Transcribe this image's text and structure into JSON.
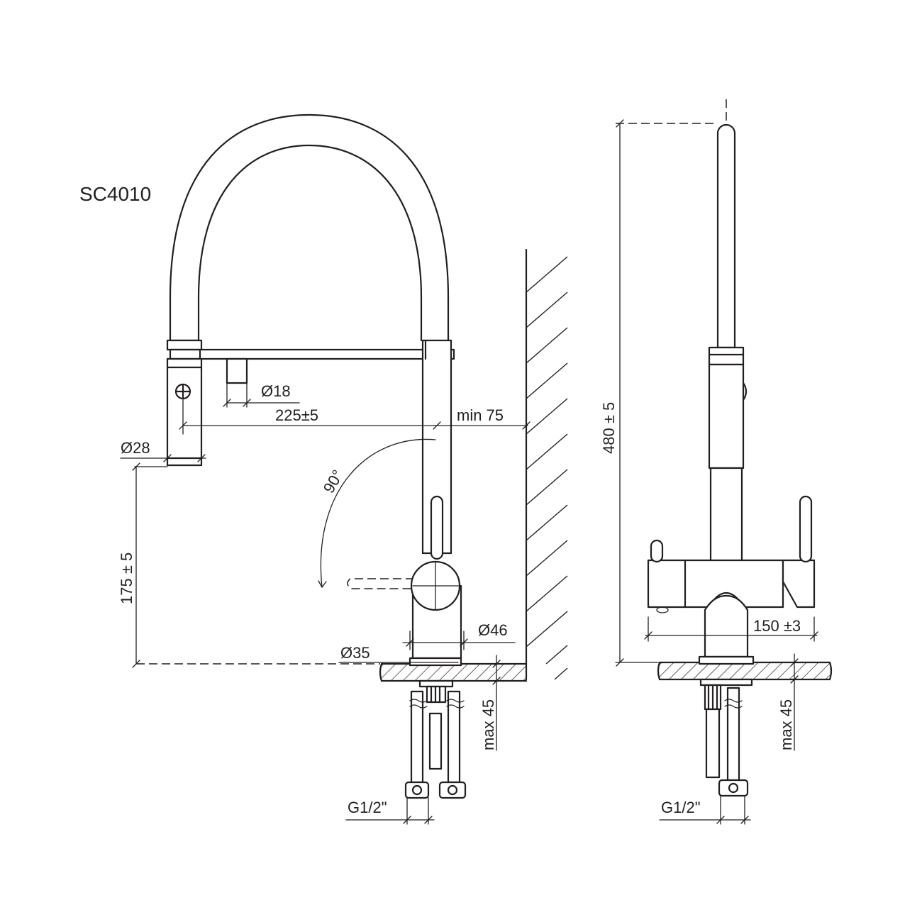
{
  "model": "SC4010",
  "dimensions": {
    "spout_diameter": "Ø18",
    "reach": "225±5",
    "wall_clearance": "min 75",
    "handset_diameter": "Ø28",
    "rotation": "90°",
    "spout_height": "175 ± 5",
    "body_diameter": "Ø46",
    "base_diameter": "Ø35",
    "counter_thickness_front": "max 45",
    "connection_front": "G1/2\"",
    "total_height": "480 ± 5",
    "body_width": "150 ±3",
    "counter_thickness_side": "max 45",
    "connection_side": "G1/2\""
  },
  "colors": {
    "line": "#231f20",
    "background": "#ffffff"
  }
}
